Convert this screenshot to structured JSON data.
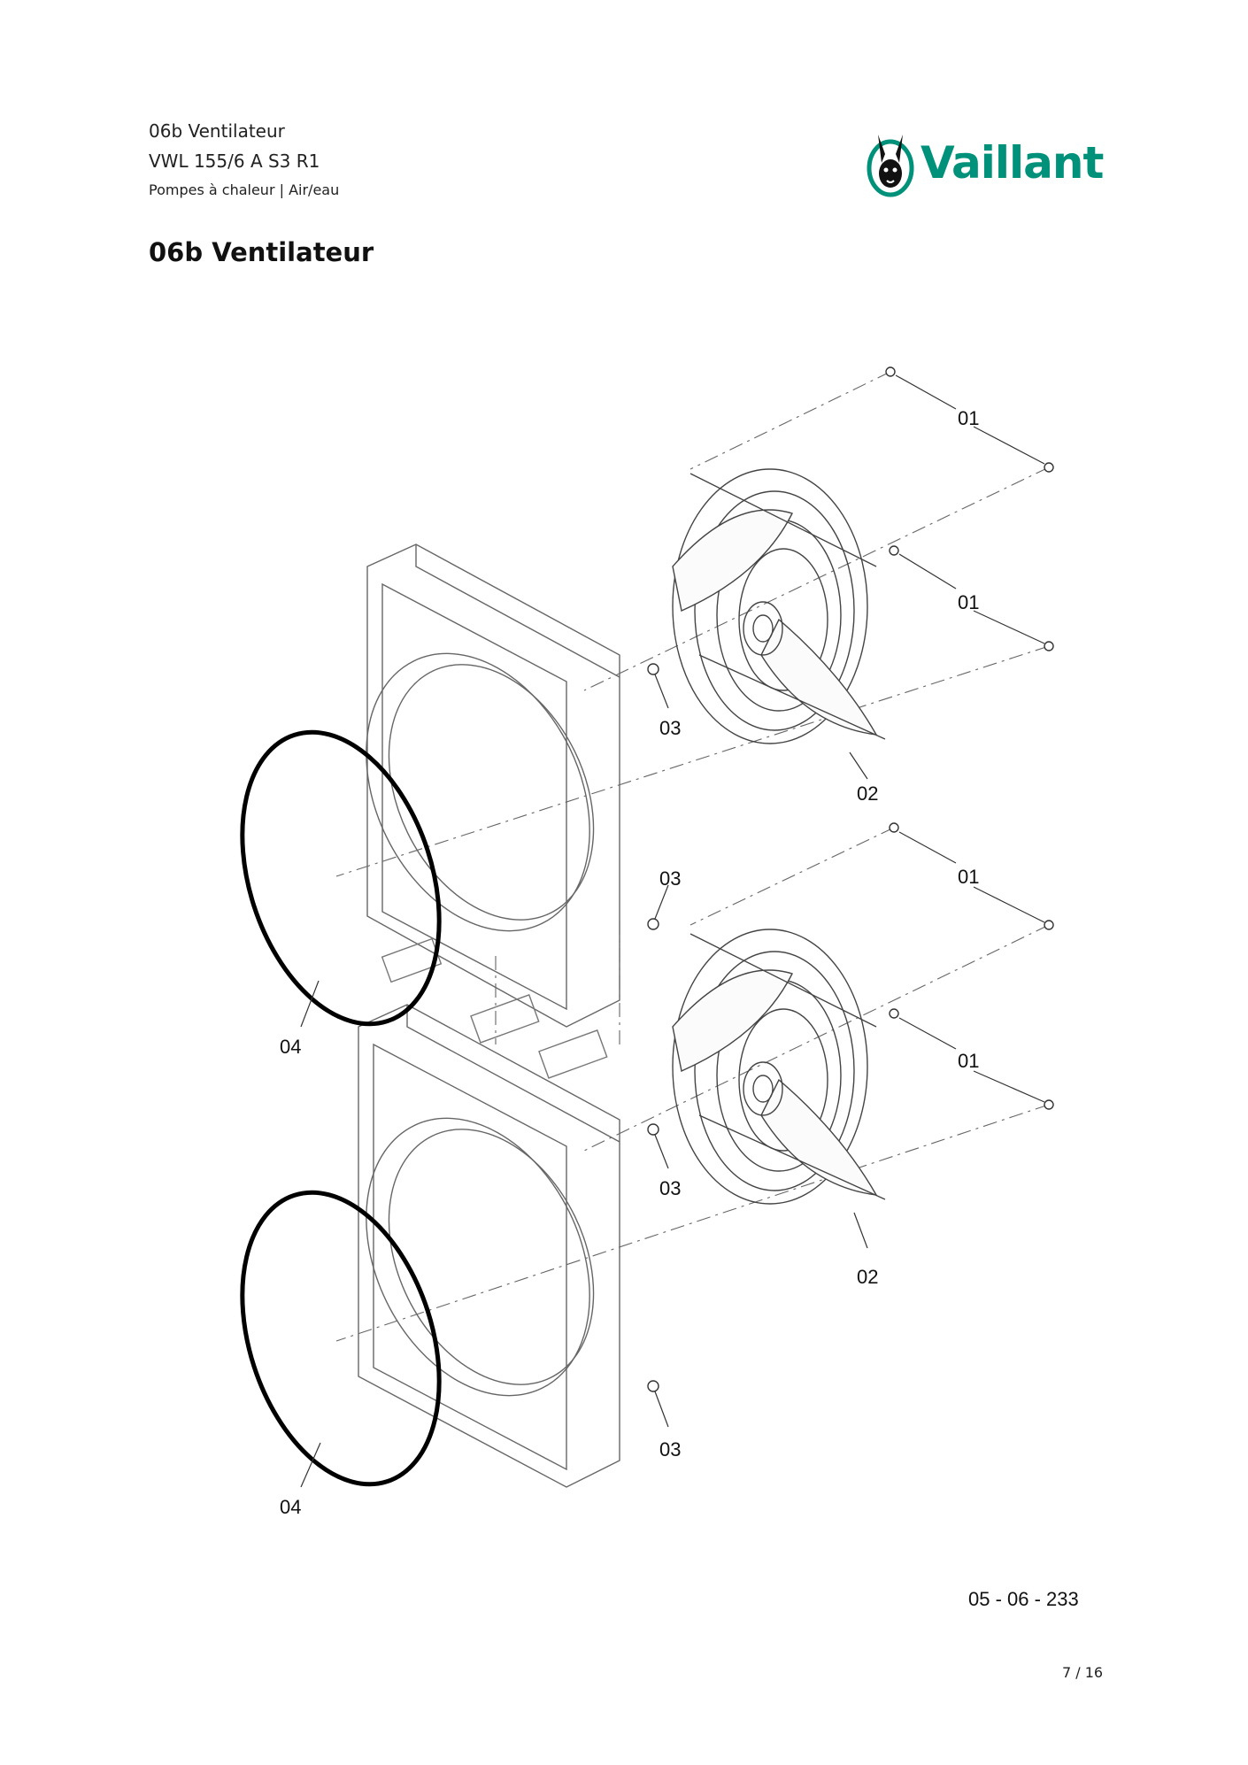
{
  "header": {
    "section": "06b Ventilateur",
    "model": "VWL 155/6 A S3 R1",
    "category": "Pompes à chaleur | Air/eau"
  },
  "brand": {
    "name": "Vaillant",
    "color": "#00917a",
    "icon": "hare-icon"
  },
  "page_title": "06b Ventilateur",
  "callouts": [
    "01",
    "02",
    "03",
    "04"
  ],
  "drawing_number": "05 - 06 - 233",
  "page_number": "7 / 16"
}
